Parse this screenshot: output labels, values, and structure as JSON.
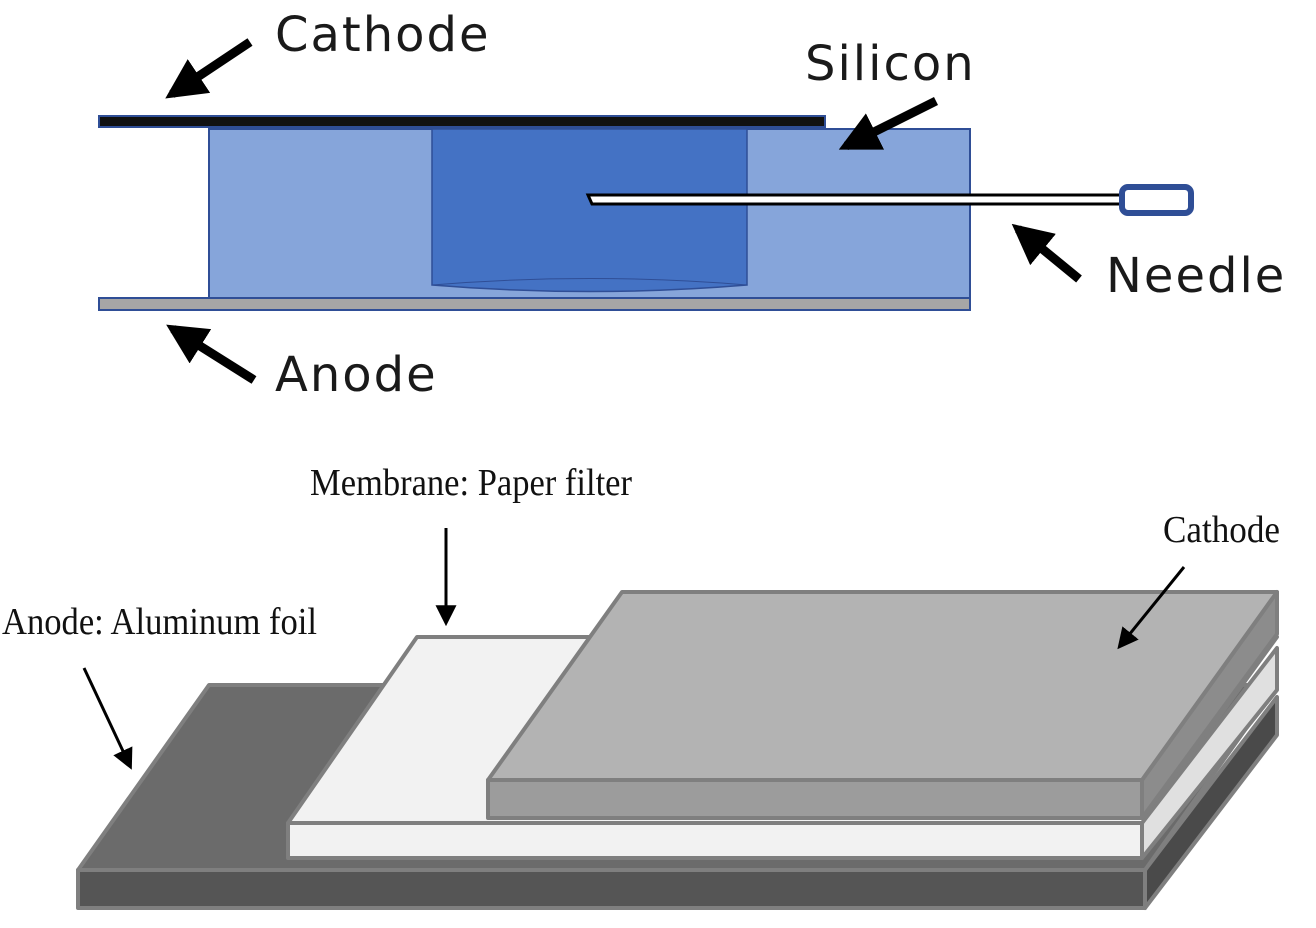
{
  "top_figure": {
    "labels": {
      "cathode": "Cathode",
      "silicon": "Silicon",
      "needle": "Needle",
      "anode": "Anode"
    },
    "colors": {
      "silicon_light": "#86A5DA",
      "silicon_dark": "#4472C4",
      "outline": "#2F4E96",
      "cathode_plate": "#111111",
      "anode_plate": "#A6A6A6"
    }
  },
  "bottom_figure": {
    "labels": {
      "membrane": "Membrane: Paper filter",
      "cathode": "Cathode",
      "anode": "Anode: Aluminum foil"
    },
    "colors": {
      "anode_top": "#6B6B6B",
      "anode_front": "#555555",
      "membrane": "#F2F2F2",
      "cathode_top": "#B3B3B3",
      "cathode_front": "#9C9C9C",
      "edge": "#7F7F7F"
    }
  }
}
